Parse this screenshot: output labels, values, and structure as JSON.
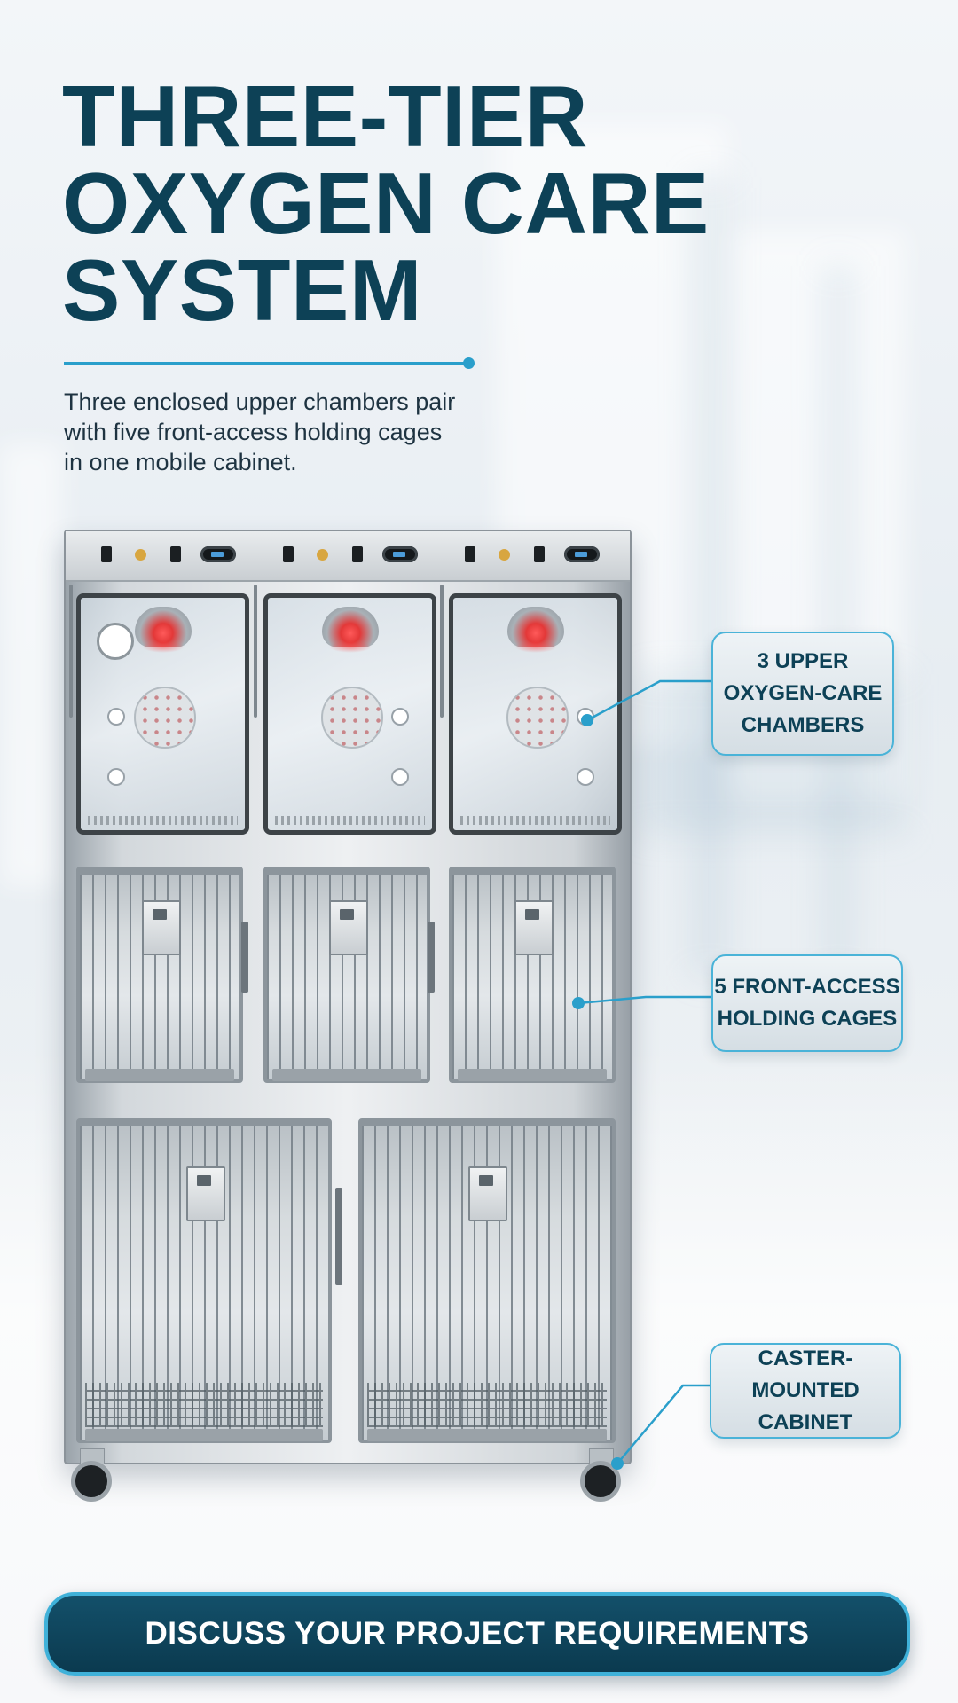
{
  "headline": {
    "line1": "THREE-TIER",
    "line2": "OXYGEN CARE",
    "line3": "SYSTEM"
  },
  "subtext": {
    "line1": "Three enclosed upper chambers pair",
    "line2": "with five front-access holding cages",
    "line3": "in one mobile cabinet."
  },
  "callouts": {
    "upper": "3 UPPER\nOXYGEN-CARE\nCHAMBERS",
    "cages": "5 FRONT-ACCESS\nHOLDING CAGES",
    "casters": "CASTER-MOUNTED\nCABINET"
  },
  "cta": {
    "label": "DISCUSS YOUR PROJECT REQUIREMENTS"
  },
  "colors": {
    "navy": "#0d4156",
    "accent": "#2a9fcb",
    "cta_background": "#0b3a4f"
  }
}
